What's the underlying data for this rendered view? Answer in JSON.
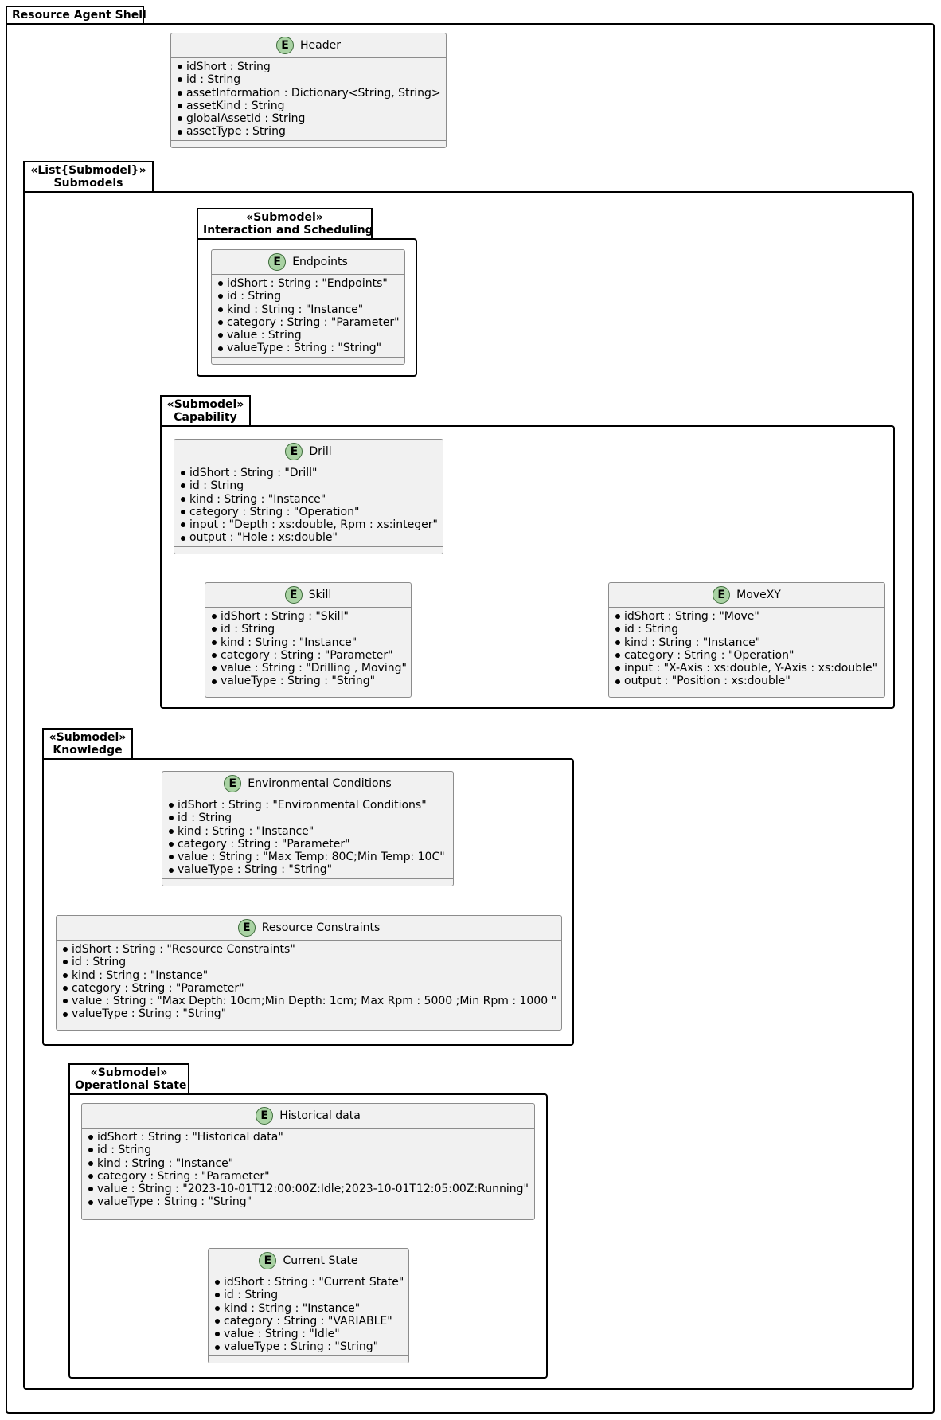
{
  "packages": {
    "root": {
      "label": "Resource Agent Shell"
    },
    "submodels": {
      "stereotype": "«List{Submodel}»",
      "label": "Submodels"
    },
    "interaction": {
      "stereotype": "«Submodel»",
      "label": "Interaction and Scheduling"
    },
    "capability": {
      "stereotype": "«Submodel»",
      "label": "Capability"
    },
    "knowledge": {
      "stereotype": "«Submodel»",
      "label": "Knowledge"
    },
    "operational": {
      "stereotype": "«Submodel»",
      "label": "Operational State"
    }
  },
  "entities": {
    "header": {
      "badge": "E",
      "name": "Header",
      "fields": [
        "idShort : String",
        "id : String",
        "assetInformation : Dictionary<String, String>",
        "assetKind : String",
        "globalAssetId : String",
        "assetType : String"
      ]
    },
    "endpoints": {
      "badge": "E",
      "name": "Endpoints",
      "fields": [
        "idShort : String : \"Endpoints\"",
        "id : String",
        "kind : String : \"Instance\"",
        "category : String : \"Parameter\"",
        "value : String",
        "valueType : String : \"String\""
      ]
    },
    "drill": {
      "badge": "E",
      "name": "Drill",
      "fields": [
        "idShort : String : \"Drill\"",
        "id : String",
        "kind : String : \"Instance\"",
        "category : String : \"Operation\"",
        "input : \"Depth : xs:double, Rpm : xs:integer\"",
        "output : \"Hole : xs:double\""
      ]
    },
    "skill": {
      "badge": "E",
      "name": "Skill",
      "fields": [
        "idShort : String : \"Skill\"",
        "id : String",
        "kind : String : \"Instance\"",
        "category : String : \"Parameter\"",
        "value : String : \"Drilling , Moving\"",
        "valueType : String : \"String\""
      ]
    },
    "movexy": {
      "badge": "E",
      "name": "MoveXY",
      "fields": [
        "idShort : String : \"Move\"",
        "id : String",
        "kind : String : \"Instance\"",
        "category : String : \"Operation\"",
        "input : \"X-Axis : xs:double, Y-Axis : xs:double\"",
        "output : \"Position : xs:double\""
      ]
    },
    "envcond": {
      "badge": "E",
      "name": "Environmental Conditions",
      "fields": [
        "idShort : String : \"Environmental Conditions\"",
        "id : String",
        "kind : String : \"Instance\"",
        "category : String : \"Parameter\"",
        "value : String : \"Max Temp: 80C;Min Temp: 10C\"",
        "valueType : String : \"String\""
      ]
    },
    "rescons": {
      "badge": "E",
      "name": "Resource Constraints",
      "fields": [
        "idShort : String : \"Resource Constraints\"",
        "id : String",
        "kind : String : \"Instance\"",
        "category : String : \"Parameter\"",
        "value : String : \"Max Depth: 10cm;Min Depth: 1cm; Max Rpm : 5000 ;Min Rpm : 1000 \"",
        "valueType : String : \"String\""
      ]
    },
    "histdata": {
      "badge": "E",
      "name": "Historical data",
      "fields": [
        "idShort : String : \"Historical data\"",
        "id : String",
        "kind : String : \"Instance\"",
        "category : String : \"Parameter\"",
        "value : String : \"2023-10-01T12:00:00Z:Idle;2023-10-01T12:05:00Z:Running\"",
        "valueType : String : \"String\""
      ]
    },
    "curstate": {
      "badge": "E",
      "name": "Current State",
      "fields": [
        "idShort : String : \"Current State\"",
        "id : String",
        "kind : String : \"Instance\"",
        "category : String : \"VARIABLE\"",
        "value : String : \"Idle\"",
        "valueType : String : \"String\""
      ]
    }
  }
}
